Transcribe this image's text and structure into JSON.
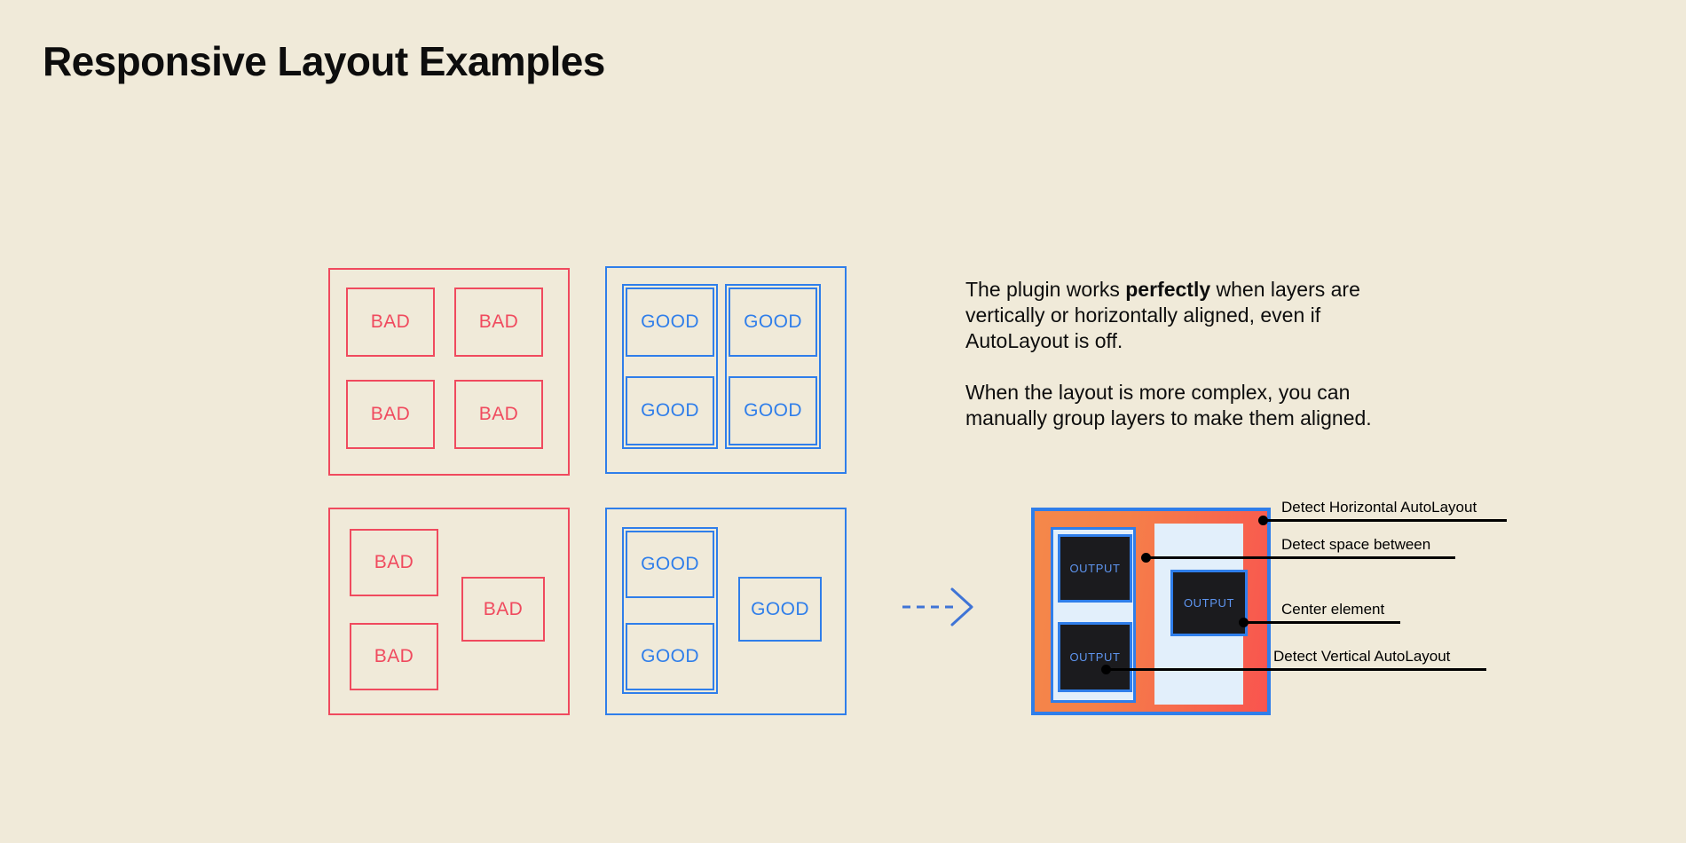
{
  "page": {
    "title": "Responsive Layout Examples",
    "background_color": "#F0EAD9",
    "bad_color": "#F04A5E",
    "good_color": "#2F7EEA",
    "text_color": "#0D0D0D"
  },
  "examples": [
    {
      "id": "bad-grid",
      "kind": "bad",
      "label": "BAD",
      "cells": [
        "BAD",
        "BAD",
        "BAD",
        "BAD"
      ]
    },
    {
      "id": "good-grid",
      "kind": "good",
      "label": "GOOD",
      "cells": [
        "GOOD",
        "GOOD",
        "GOOD",
        "GOOD"
      ]
    },
    {
      "id": "bad-free",
      "kind": "bad",
      "label": "BAD",
      "cells": [
        "BAD",
        "BAD",
        "BAD"
      ]
    },
    {
      "id": "good-free",
      "kind": "good",
      "label": "GOOD",
      "cells": [
        "GOOD",
        "GOOD",
        "GOOD"
      ]
    }
  ],
  "description": {
    "paragraph1_part1": "The plugin works ",
    "paragraph1_bold": "perfectly",
    "paragraph1_part2": " when layers are vertically or horizontally aligned, even if AutoLayout is off.",
    "paragraph2": "When the layout is more complex, you can manually group layers to make them aligned."
  },
  "arrow": {
    "name": "transition-arrow",
    "style": "dashed",
    "color": "#3F74D6",
    "direction": "right"
  },
  "mockup": {
    "frame_border_color": "#2F7EEA",
    "frame_fill_start": "#F5884A",
    "frame_fill_end": "#F9544F",
    "panel_fill": "#E2EFFB",
    "output_fill": "#1B1B1E",
    "output_text_color": "#5E95F0",
    "outputs": [
      {
        "id": "output-top-left",
        "label": "OUTPUT"
      },
      {
        "id": "output-bottom-left",
        "label": "OUTPUT"
      },
      {
        "id": "output-right",
        "label": "OUTPUT"
      }
    ]
  },
  "annotations": [
    {
      "id": "detect-horizontal-autolayout",
      "label": "Detect Horizontal AutoLayout"
    },
    {
      "id": "detect-space-between",
      "label": "Detect space between"
    },
    {
      "id": "center-element",
      "label": "Center element"
    },
    {
      "id": "detect-vertical-autolayout",
      "label": "Detect Vertical AutoLayout"
    }
  ]
}
